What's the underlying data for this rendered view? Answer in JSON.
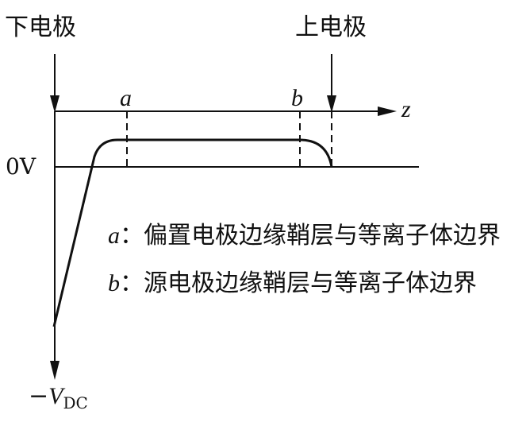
{
  "labels": {
    "lower_electrode": "下电极",
    "upper_electrode": "上电极",
    "z_axis": "z",
    "point_a": "a",
    "point_b": "b",
    "zero_volt": "0V",
    "neg_vdc_prefix": "−",
    "neg_vdc_var": "V",
    "neg_vdc_sub": "DC"
  },
  "legend": {
    "a_key": "a",
    "a_text": "：偏置电极边缘鞘层与等离子体边界",
    "b_key": "b",
    "b_text": "：源电极边缘鞘层与等离子体边界"
  }
}
